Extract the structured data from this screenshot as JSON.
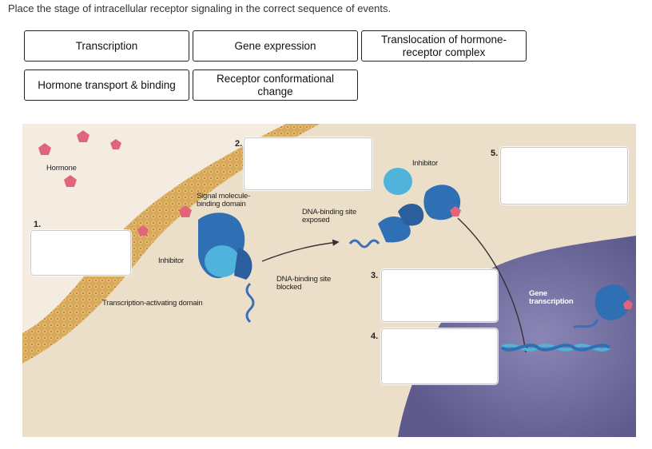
{
  "instruction": "Place the stage of intracellular receptor signaling in the correct sequence of events.",
  "chips": {
    "transcription": "Transcription",
    "gene_expression": "Gene expression",
    "translocation": "Translocation of hormone-receptor complex",
    "hormone_transport": "Hormone transport & binding",
    "receptor_change": "Receptor conformational change"
  },
  "slots": [
    "1.",
    "2.",
    "3.",
    "4.",
    "5."
  ],
  "figure_labels": {
    "hormone": "Hormone",
    "signal_domain": "Signal molecule-binding domain",
    "inhibitor_left": "Inhibitor",
    "transcription_domain": "Transcription-activating domain",
    "dna_exposed": "DNA-binding site exposed",
    "dna_blocked": "DNA-binding site blocked",
    "inhibitor_right": "Inhibitor",
    "gene_transcription": "Gene transcription"
  },
  "colors": {
    "cytoplasm": "#eadcc6",
    "membrane": "#d9a95b",
    "nucleus": "#6f6a9a",
    "receptor": "#2f6fb3",
    "inhibitor": "#4fb3dc",
    "hormone": "#e0647a"
  }
}
